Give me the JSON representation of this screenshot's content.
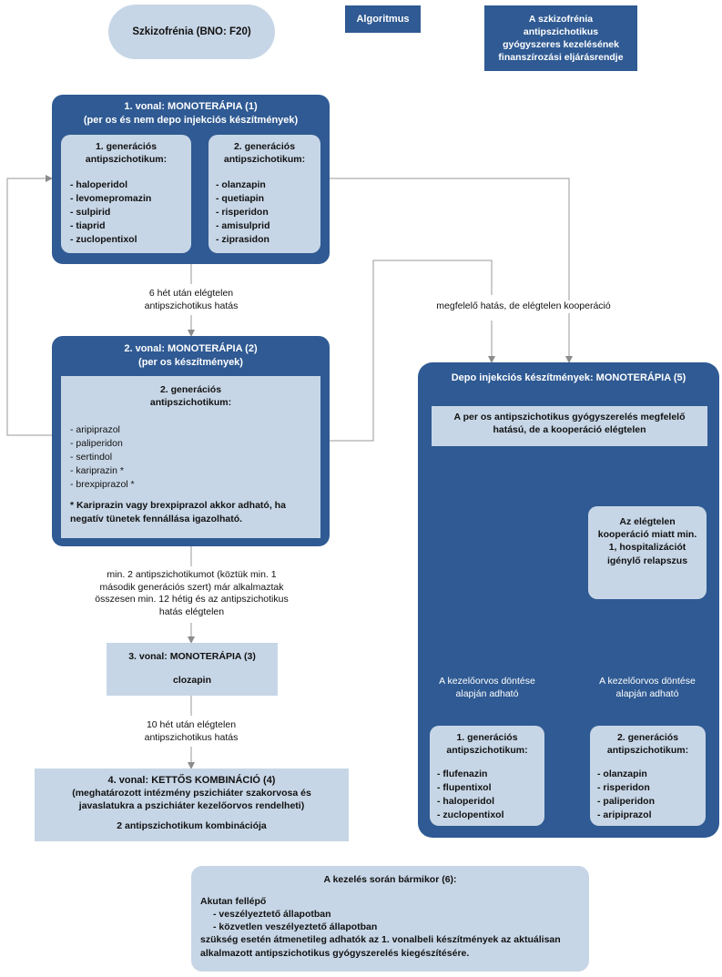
{
  "header": {
    "title": "Szkizofrénia (BNO: F20)",
    "algorithm": "Algoritmus",
    "procedure": "A szkizofrénia antipszichotikus gyógyszeres kezelésének finanszírozási eljárásrendje"
  },
  "line1": {
    "title": "1. vonal: MONOTERÁPIA (1)",
    "subtitle": "(per os és nem depo injekciós készítmények)",
    "gen1": {
      "heading": "1. generációs antipszichotikum:",
      "items": [
        "haloperidol",
        "levomepromazin",
        "sulpirid",
        "tiaprid",
        "zuclopentixol"
      ]
    },
    "gen2": {
      "heading": "2. generációs antipszichotikum:",
      "items": [
        "olanzapin",
        "quetiapin",
        "risperidon",
        "amisulprid",
        "ziprasidon"
      ]
    }
  },
  "arrow1_label": "6 hét után elégtelen antipszichotikus hatás",
  "cooperation_label": "megfelelő hatás, de elégtelen kooperáció",
  "line2": {
    "title": "2. vonal: MONOTERÁPIA (2)",
    "subtitle": "(per os készítmények)",
    "heading": "2. generációs antipszichotikum:",
    "items": [
      "aripiprazol",
      "paliperidon",
      "sertindol",
      "kariprazin *",
      "brexpiprazol *"
    ],
    "note": "* Kariprazin vagy brexpiprazol akkor adható, ha negatív tünetek fennállása igazolható."
  },
  "arrow2_label": "min. 2 antipszichotikumot (köztük min. 1 második generációs szert) már alkalmaztak összesen min. 12 hétig és az antipszichotikus hatás elégtelen",
  "line3": {
    "title": "3. vonal: MONOTERÁPIA (3)",
    "drug": "clozapin"
  },
  "arrow3_label": "10 hét után elégtelen antipszichotikus hatás",
  "line4": {
    "title": "4. vonal: KETTŐS KOMBINÁCIÓ (4)",
    "desc": "(meghatározott intézmény pszichiáter szakorvosa és javaslatukra a pszichiáter kezelőorvos rendelheti)",
    "combo": "2 antipszichotikum kombinációja"
  },
  "depot": {
    "title": "Depo injekciós készítmények: MONOTERÁPIA (5)",
    "condition": "A per os antipszichotikus gyógyszerelés megfelelő hatású, de a kooperáció elégtelen",
    "relapse": "Az elégtelen kooperáció miatt min. 1, hospitalizációt igénylő relapszus",
    "doctor_label_left": "A kezelőorvos döntése alapján adható",
    "doctor_label_right": "A kezelőorvos döntése alapján adható",
    "gen1": {
      "heading": "1. generációs antipszichotikum:",
      "items": [
        "flufenazin",
        "flupentixol",
        "haloperidol",
        "zuclopentixol"
      ]
    },
    "gen2": {
      "heading": "2. generációs antipszichotikum:",
      "items": [
        "olanzapin",
        "risperidon",
        "paliperidon",
        "aripiprazol"
      ]
    }
  },
  "anytime": {
    "title": "A kezelés során bármikor (6):",
    "heading": "Akutan fellépő",
    "items": [
      "veszélyeztető állapotban",
      "közvetlen veszélyeztető állapotban"
    ],
    "footer": "szükség esetén átmenetileg adhatók az 1. vonalbeli készítmények az aktuálisan alkalmazott antipszichotikus gyógyszerelés kiegészítésére."
  },
  "colors": {
    "dark_blue": "#2f5a93",
    "light_blue": "#c7d6e6",
    "connector_gray": "#9a9a9a"
  }
}
